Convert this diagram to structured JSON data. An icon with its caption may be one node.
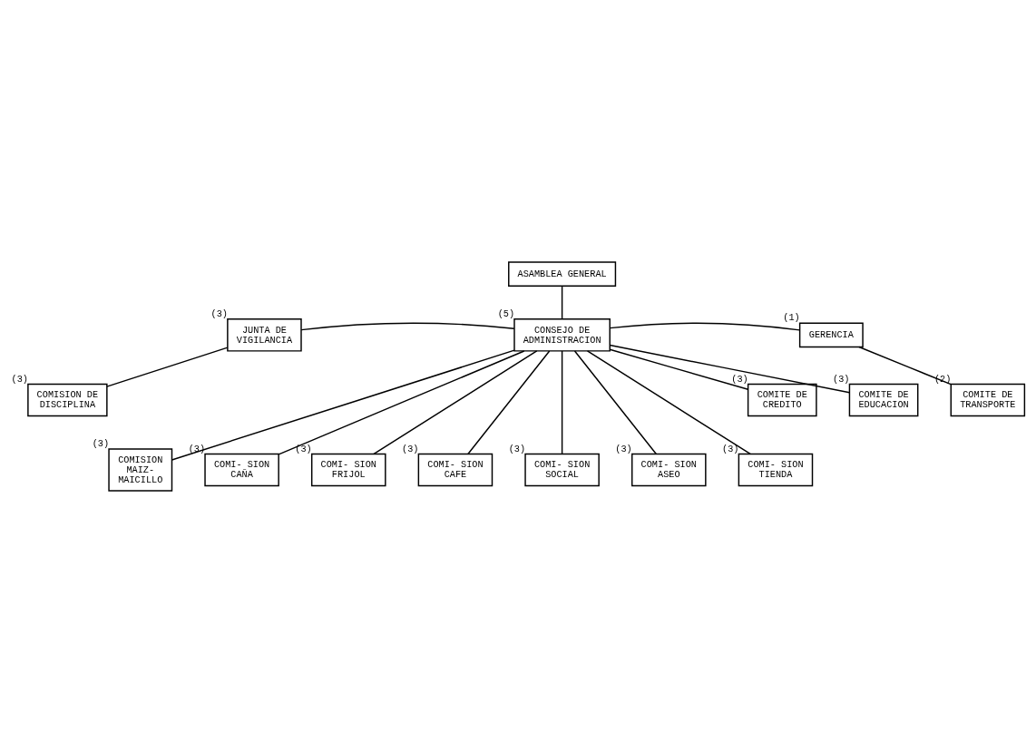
{
  "diagram": {
    "nodes": [
      {
        "text": [
          "ASAMBLEA GENERAL"
        ]
      },
      {
        "text": [
          "JUNTA DE VIGILANCIA"
        ],
        "beside": [
          "(3)"
        ]
      },
      {
        "text": [
          "CONSEJO DE ADMINISTRACION"
        ],
        "beside": [
          "(5)"
        ]
      },
      {
        "text": [
          "GERENCIA"
        ],
        "beside": [
          "(1)"
        ]
      },
      {
        "text": [
          "COMISION DE DISCIPLINA"
        ],
        "beside": [
          "(3)"
        ]
      },
      {
        "text": [
          "COMITE DE CREDITO"
        ],
        "beside": [
          "(3)"
        ]
      },
      {
        "text": [
          "COMITE DE EDUCACION"
        ],
        "beside": [
          "(3)"
        ]
      },
      {
        "text": [
          "COMITE DE TRANSPORTE"
        ],
        "beside": [
          "(2)"
        ]
      },
      {
        "text": [
          "COMISION MAIZ- MAICILLO"
        ],
        "beside": [
          "(3)"
        ]
      },
      {
        "text": [
          "COMI- SION CAÑA"
        ],
        "beside": [
          "(3)"
        ]
      },
      {
        "text": [
          "COMI- SION FRIJOL"
        ],
        "beside": [
          "(3)"
        ]
      },
      {
        "text": [
          "COMI- SION CAFE"
        ],
        "beside": [
          "(3)"
        ]
      },
      {
        "text": [
          "COMI- SION SOCIAL"
        ],
        "beside": [
          "(3)"
        ]
      },
      {
        "text": [
          "COMI- SION ASEO"
        ],
        "beside": [
          "(3)"
        ]
      },
      {
        "text": [
          "COMI- SION TIENDA"
        ],
        "beside": [
          "(3)"
        ]
      }
    ],
    "edges": [
      {
        "from": 0,
        "to": 2,
        "arrow": "none"
      },
      {
        "from": 2,
        "to": 1,
        "arrow": "none"
      },
      {
        "from": 2,
        "to": 3,
        "arrow": "none"
      },
      {
        "from": 1,
        "to": 4,
        "arrow": "none"
      },
      {
        "from": 2,
        "to": 5,
        "arrow": "none"
      },
      {
        "from": 2,
        "to": 6,
        "arrow": "none"
      },
      {
        "from": 3,
        "to": 7,
        "arrow": "none"
      },
      {
        "from": 2,
        "to": 8,
        "arrow": "none"
      },
      {
        "from": 2,
        "to": 9,
        "arrow": "none"
      },
      {
        "from": 2,
        "to": 10,
        "arrow": "none"
      },
      {
        "from": 2,
        "to": 11,
        "arrow": "none"
      },
      {
        "from": 2,
        "to": 12,
        "arrow": "none"
      },
      {
        "from": 2,
        "to": 13,
        "arrow": "none"
      },
      {
        "from": 2,
        "to": 14,
        "arrow": "none"
      }
    ]
  }
}
